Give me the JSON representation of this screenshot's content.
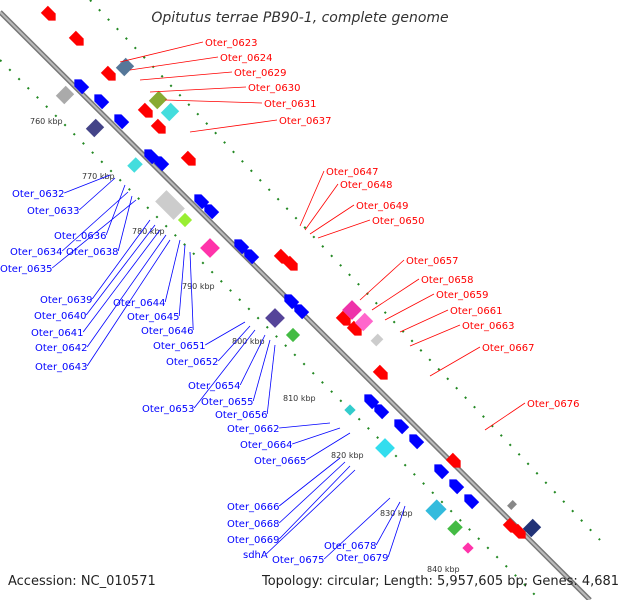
{
  "title": "Opitutus terrae PB90-1, complete genome",
  "footer": {
    "accession": "Accession: NC_010571",
    "topology": "Topology: circular; Length: 5,957,605 bp; Genes: 4,681"
  },
  "colors": {
    "forward": "#ff0000",
    "reverse": "#0000ff",
    "backbone": "#999999",
    "ticks": "#228822"
  },
  "kbp_labels": [
    "760 kbp",
    "770 kbp",
    "780 kbp",
    "790 kbp",
    "800 kbp",
    "810 kbp",
    "820 kbp",
    "830 kbp",
    "840 kbp"
  ],
  "forward_labels": [
    "Oter_0623",
    "Oter_0624",
    "Oter_0629",
    "Oter_0630",
    "Oter_0631",
    "Oter_0637",
    "Oter_0647",
    "Oter_0648",
    "Oter_0649",
    "Oter_0650",
    "Oter_0657",
    "Oter_0658",
    "Oter_0659",
    "Oter_0661",
    "Oter_0663",
    "Oter_0667",
    "Oter_0676"
  ],
  "reverse_labels": [
    "Oter_0632",
    "Oter_0633",
    "Oter_0636",
    "Oter_0634",
    "Oter_0638",
    "Oter_0635",
    "Oter_0639",
    "Oter_0644",
    "Oter_0640",
    "Oter_0645",
    "Oter_0641",
    "Oter_0646",
    "Oter_0642",
    "Oter_0651",
    "Oter_0643",
    "Oter_0652",
    "Oter_0654",
    "Oter_0653",
    "Oter_0655",
    "Oter_0656",
    "Oter_0662",
    "Oter_0664",
    "Oter_0665",
    "Oter_0666",
    "Oter_0668",
    "Oter_0669",
    "sdhA",
    "Oter_0675",
    "Oter_0678",
    "Oter_0679"
  ]
}
